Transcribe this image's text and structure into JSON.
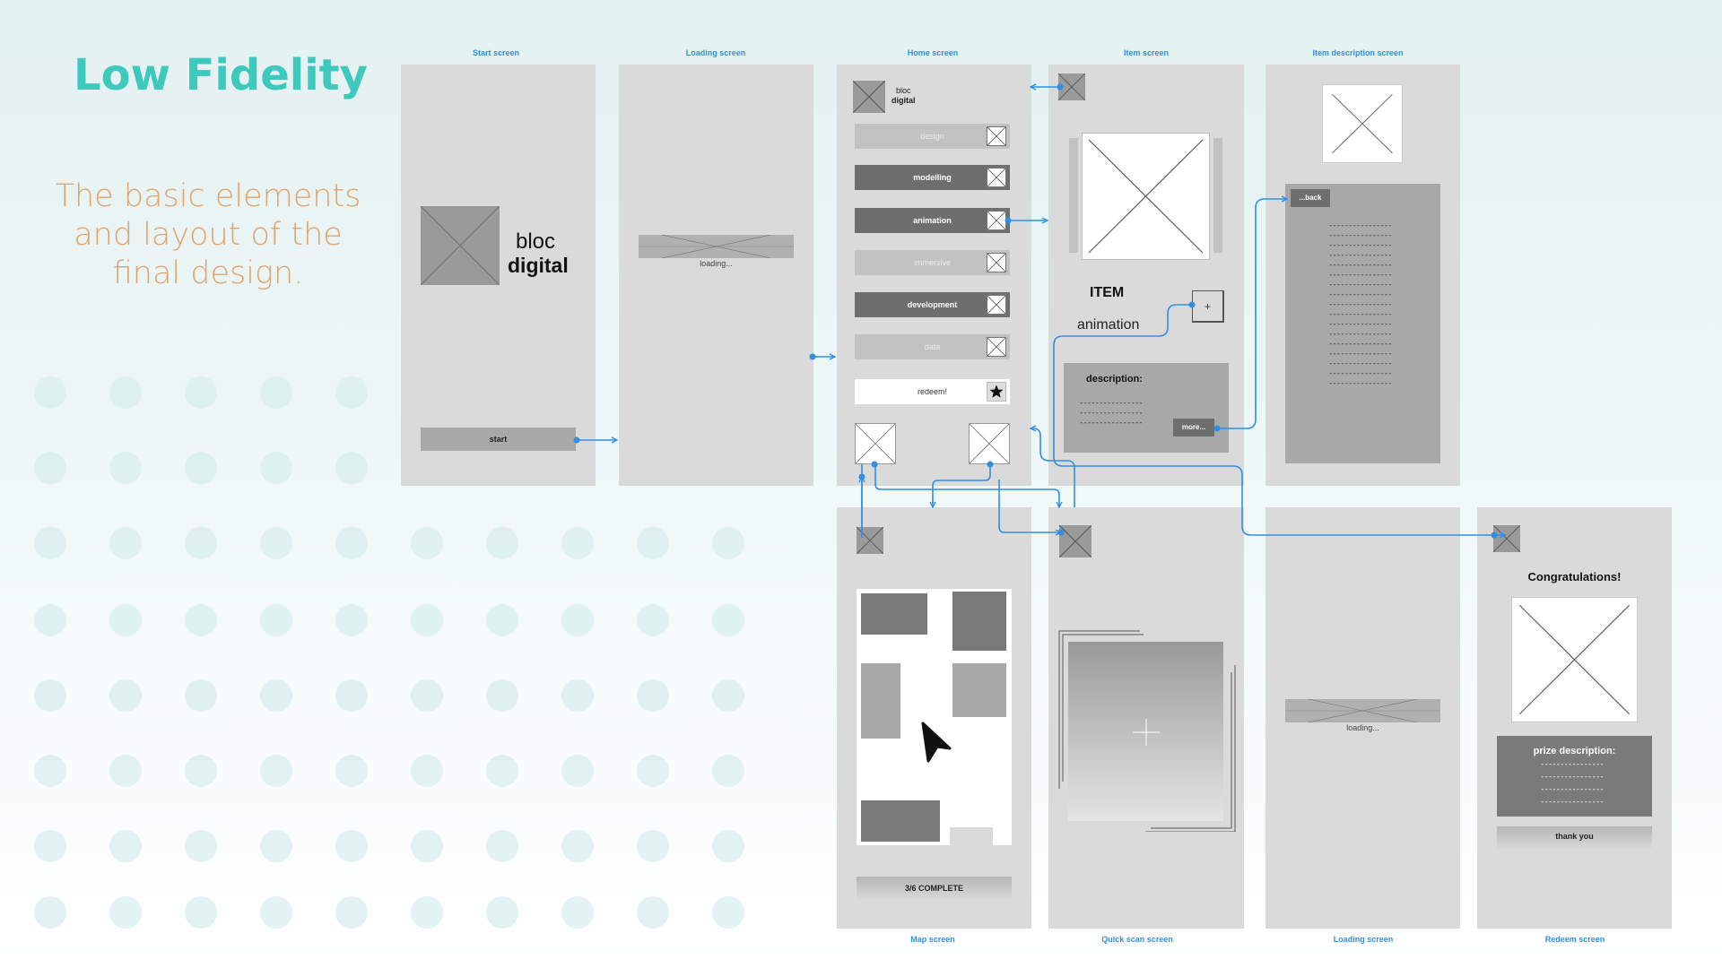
{
  "heading": {
    "title": "Low Fidelity",
    "subtitle": "The basic elements and layout of the final design."
  },
  "screens": {
    "start": "Start screen",
    "loading1": "Loading screen",
    "home": "Home screen",
    "item": "Item screen",
    "item_desc": "Item description screen",
    "map": "Map screen",
    "quick_scan": "Quick scan screen",
    "loading2": "Loading screen",
    "redeem": "Redeem screen"
  },
  "start_screen": {
    "logo_line1": "bloc",
    "logo_line2": "digital",
    "start_button": "start"
  },
  "loading_screen": {
    "loading_text": "loading..."
  },
  "home_screen": {
    "logo_line1": "bloc",
    "logo_line2": "digital",
    "menu": [
      "design",
      "modelling",
      "animation",
      "immersive",
      "development",
      "data"
    ],
    "redeem_button": "redeem!"
  },
  "item_screen": {
    "item_title": "ITEM",
    "item_category": "animation",
    "description_label": "description:",
    "more_button": "more...",
    "add_symbol": "+"
  },
  "item_desc_screen": {
    "back_button": "...back"
  },
  "map_screen": {
    "progress": "3/6 COMPLETE"
  },
  "loading_screen2": {
    "loading_text": "loading..."
  },
  "redeem_screen": {
    "congrats": "Congratulations!",
    "prize_label": "prize description:",
    "thank_button": "thank you"
  },
  "colors": {
    "accent_teal": "#3dc9bd",
    "accent_orange": "#e2a36c",
    "flow_blue": "#2f8fe6",
    "screen_gray": "#dadada"
  }
}
